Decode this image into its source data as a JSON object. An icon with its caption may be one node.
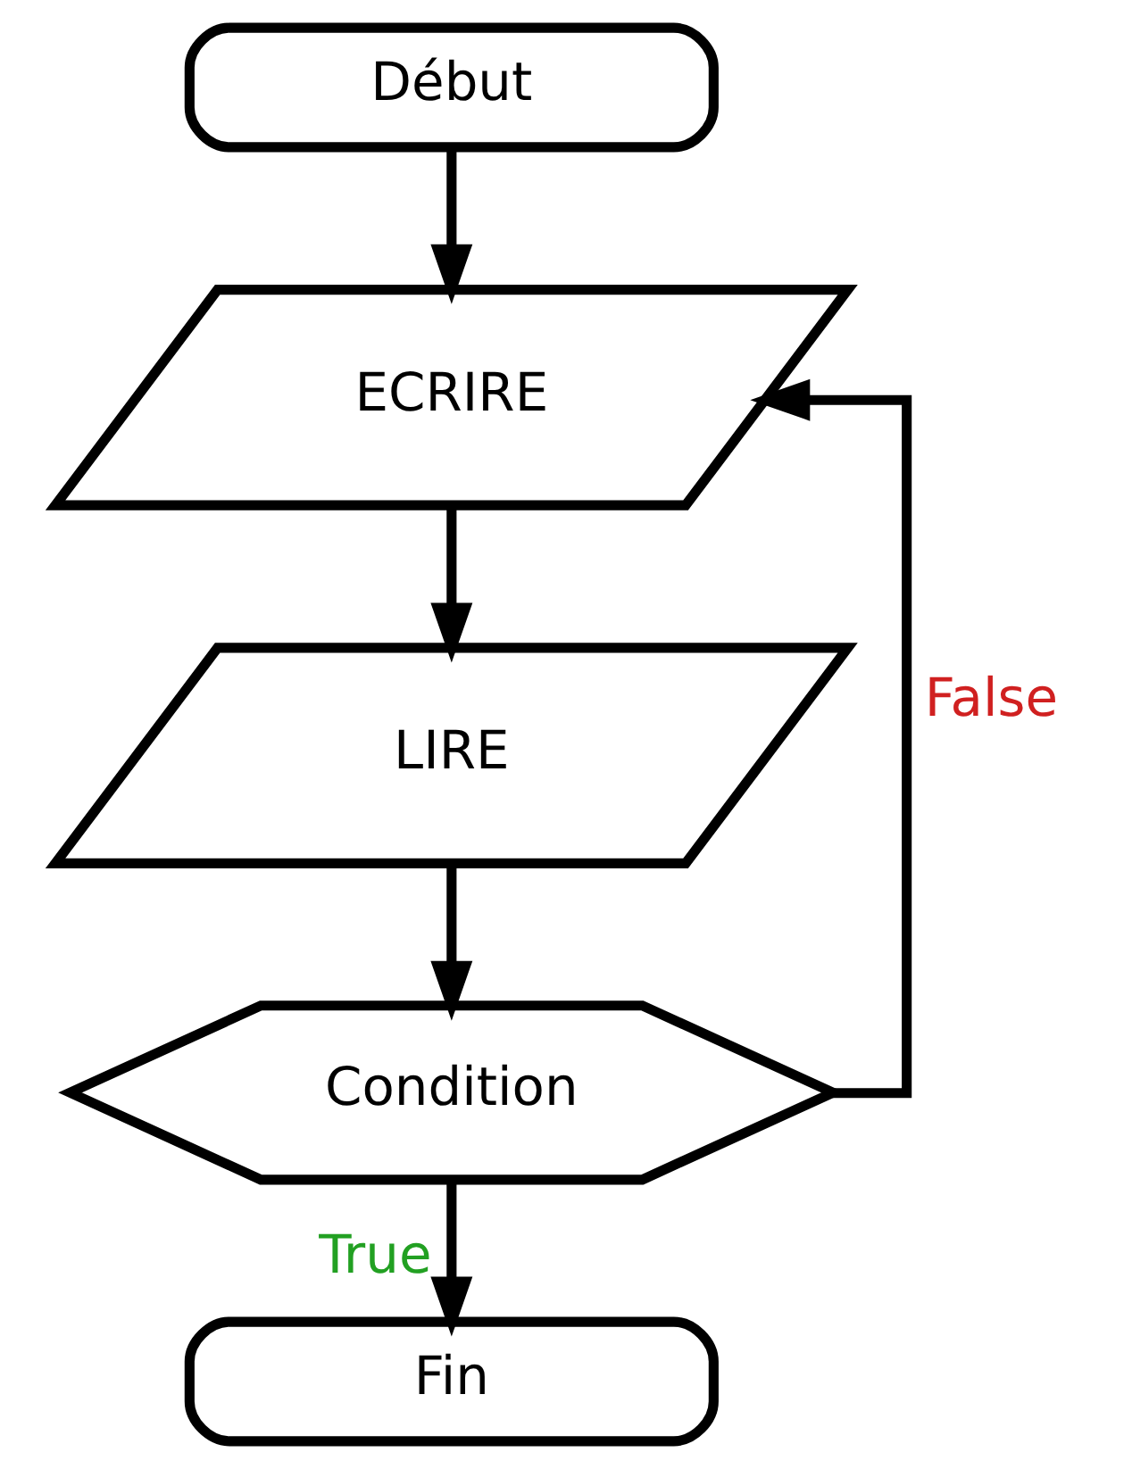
{
  "diagram": {
    "nodes": [
      {
        "text": [
          "Début"
        ]
      },
      {
        "text": [
          "ECRIRE"
        ]
      },
      {
        "text": [
          "LIRE"
        ]
      },
      {
        "text": [
          "Condition"
        ]
      },
      {
        "text": [
          "Fin"
        ]
      }
    ],
    "edges": [
      {
        "from": 0,
        "to": 1,
        "arrow": "to"
      },
      {
        "from": 1,
        "to": 2,
        "arrow": "to"
      },
      {
        "from": 2,
        "to": 3,
        "arrow": "to"
      },
      {
        "from": 3,
        "to": 4,
        "arrow": "to",
        "label": "True"
      },
      {
        "from": 3,
        "to": 1,
        "arrow": "to",
        "label": "False"
      }
    ]
  }
}
